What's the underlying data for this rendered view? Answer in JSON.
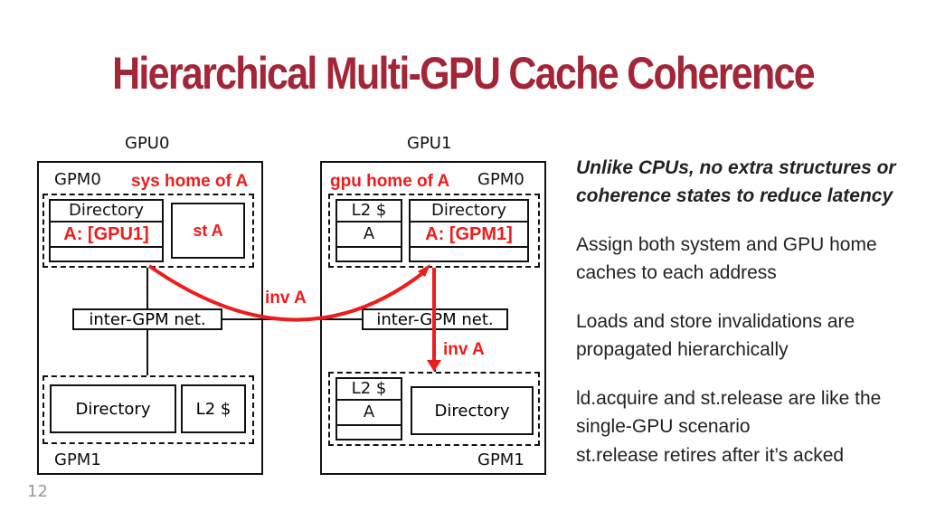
{
  "title": "Hierarchical Multi-GPU Cache Coherence",
  "diagram": {
    "gpu0": {
      "label": "GPU0",
      "gpm0": "GPM0",
      "gpm1": "GPM1",
      "home": "sys home of A",
      "dir": "Directory",
      "dir_overlay": "A: [GPU1]",
      "st": "st A",
      "dir2": "Directory",
      "l2": "L2 $",
      "net": "inter-GPM net."
    },
    "gpu1": {
      "label": "GPU1",
      "gpm0": "GPM0",
      "gpm1": "GPM1",
      "home": "gpu home of A",
      "l2": "L2 $",
      "l2_overlay": "A",
      "dir": "Directory",
      "dir_overlay": "A: [GPM1]",
      "net": "inter-GPM net.",
      "l2b": "L2 $",
      "l2b_overlay": "A",
      "dir2": "Directory"
    },
    "inv1": "inv A",
    "inv2": "inv A"
  },
  "side": {
    "p1": "Unlike CPUs, no extra structures or coherence states to reduce latency",
    "p2": "Assign both system and GPU home caches to each address",
    "p3": "Loads and store invalidations are propagated hierarchically",
    "p4a": "ld.acquire and st.release are like the single-GPU scenario",
    "p4b": "st.release retires after it’s acked"
  },
  "page_number": "12"
}
